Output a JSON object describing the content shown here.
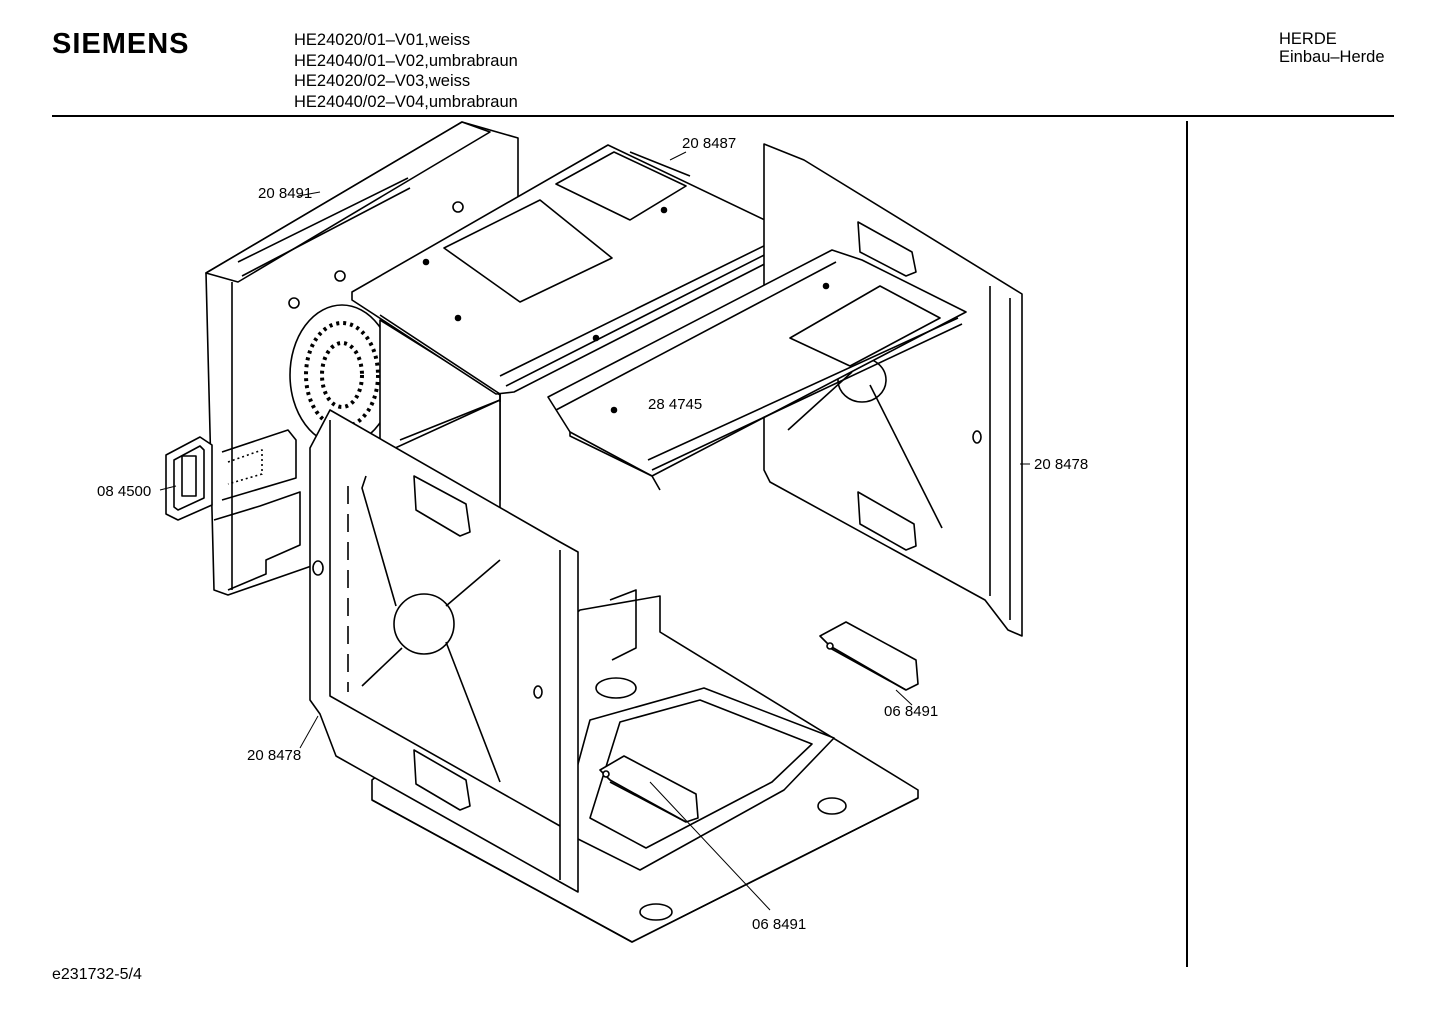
{
  "header": {
    "brand": "SIEMENS",
    "models": [
      "HE24020/01–V01,weiss",
      "HE24040/01–V02,umbrabraun",
      "HE24020/02–V03,weiss",
      "HE24040/02–V04,umbrabraun"
    ],
    "category": "HERDE",
    "subcategory": "Einbau–Herde"
  },
  "parts": {
    "p1": "20 8491",
    "p2": "20 8487",
    "p3": "28 4745",
    "p4": "20 8478",
    "p5": "08 4500",
    "p6": "20 8478",
    "p7": "06 8491",
    "p8": "06 8491"
  },
  "footer": {
    "document_number": "e231732-5/4"
  }
}
